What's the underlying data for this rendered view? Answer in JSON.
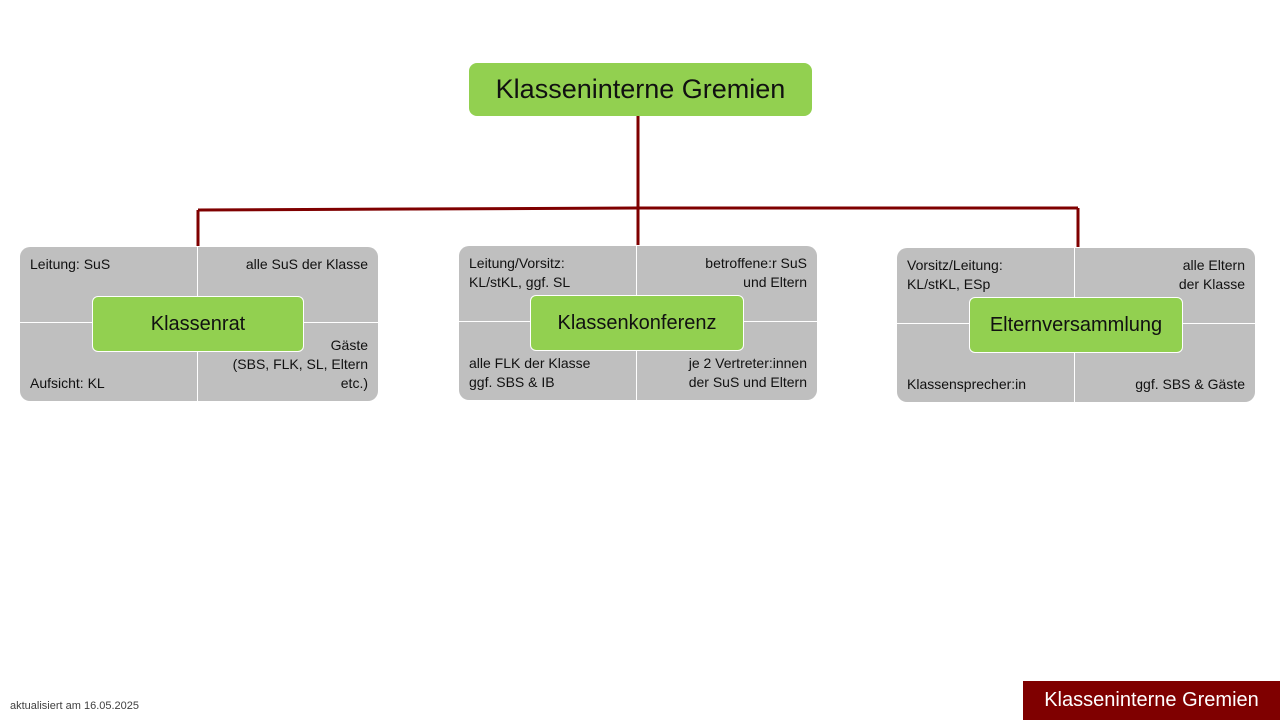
{
  "title": "Klasseninterne Gremien",
  "colors": {
    "node_green": "#92d050",
    "quadrant_gray": "#bfbfbf",
    "connector": "#7f0000",
    "footer_bg": "#7f0000"
  },
  "gremien": [
    {
      "name": "Klassenrat",
      "top_left": "Leitung: SuS",
      "top_right": "alle SuS der Klasse",
      "bottom_left": "Aufsicht: KL",
      "bottom_right": "Gäste\n(SBS, FLK, SL, Eltern etc.)"
    },
    {
      "name": "Klassenkonferenz",
      "top_left": "Leitung/Vorsitz:\nKL/stKL, ggf. SL",
      "top_right": "betroffene:r SuS\nund Eltern",
      "bottom_left": "alle FLK der Klasse\nggf. SBS & IB",
      "bottom_right": "je 2 Vertreter:innen\nder SuS und Eltern"
    },
    {
      "name": "Elternversammlung",
      "top_left": "Vorsitz/Leitung:\nKL/stKL, ESp",
      "top_right": "alle Eltern\nder Klasse",
      "bottom_left": "Klassensprecher:in",
      "bottom_right": "ggf. SBS & Gäste"
    }
  ],
  "footer": {
    "date_note": "aktualisiert am 16.05.2025",
    "title": "Klasseninterne Gremien"
  }
}
